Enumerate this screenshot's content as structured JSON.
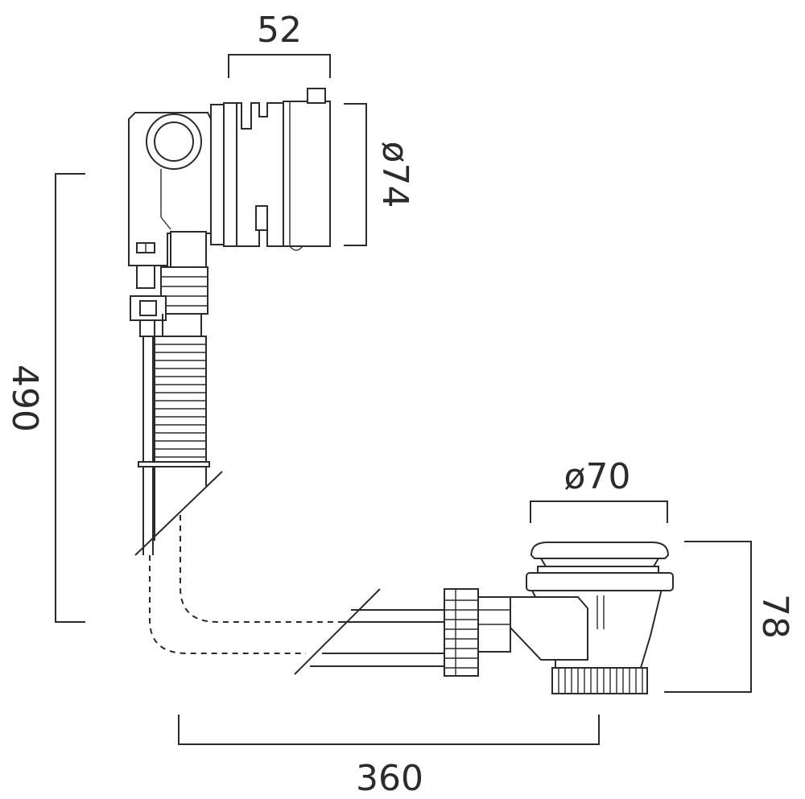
{
  "dimensions": {
    "mixer_width": "52",
    "mixer_diameter": "ø74",
    "height_total": "490",
    "waste_diameter": "ø70",
    "waste_height": "78",
    "length_total": "360"
  }
}
